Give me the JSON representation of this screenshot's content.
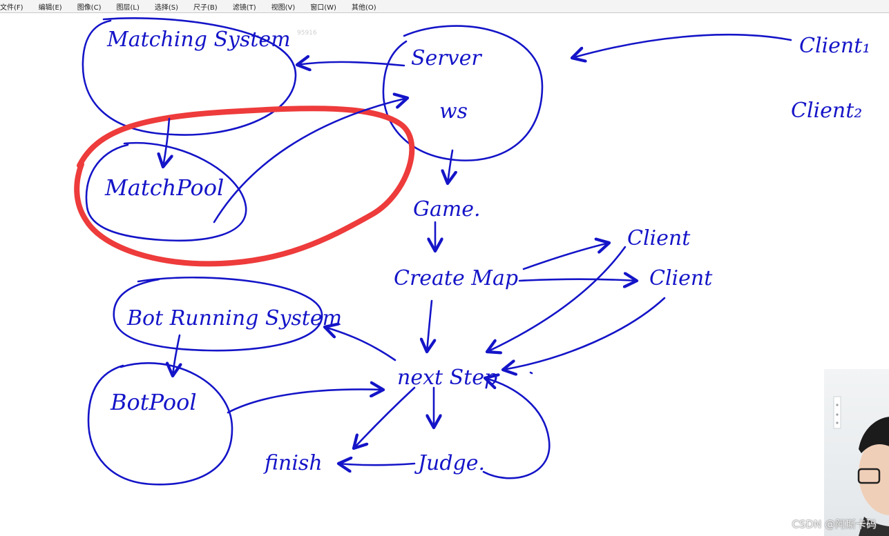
{
  "menu": {
    "items": [
      {
        "label": "文件(F)"
      },
      {
        "label": "编辑(E)"
      },
      {
        "label": "图像(C)"
      },
      {
        "label": "图层(L)"
      },
      {
        "label": "选择(S)"
      },
      {
        "label": "尺子(B)"
      },
      {
        "label": "滤镜(T)"
      },
      {
        "label": "视图(V)"
      },
      {
        "label": "窗口(W)"
      },
      {
        "label": "其他(O)"
      }
    ]
  },
  "whiteboard": {
    "watermark_number": "95916",
    "labels": {
      "matching_system": "Matching System",
      "server": "Server",
      "ws": "ws",
      "client1": "Client₁",
      "client2": "Client₂",
      "matchpool": "MatchPool",
      "game": "Game.",
      "create_map": "Create Map",
      "client_a": "Client",
      "client_b": "Client",
      "bot_running_system": "Bot Running System",
      "next_step": "next Step",
      "botpool": "BotPool",
      "finish": "finish",
      "judge": "Judge."
    },
    "colors": {
      "ink": "#1414c8",
      "highlight": "#ee3b3b"
    }
  },
  "overlay": {
    "watermark": "CSDN @阿斯卡码"
  }
}
